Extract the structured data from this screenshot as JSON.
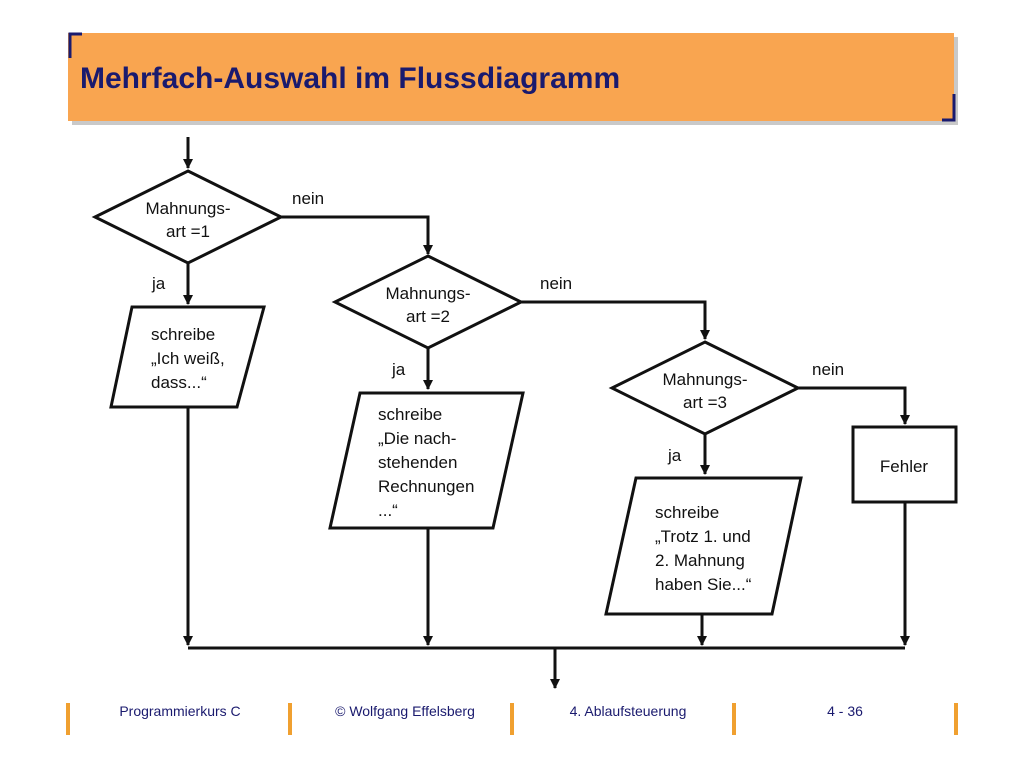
{
  "slide": {
    "title": "Mehrfach-Auswahl im Flussdiagramm",
    "colors": {
      "header_fill": "#f9a550",
      "header_shadow": "#c9c9c9",
      "title": "#1a1a6e",
      "bracket": "#1a1a6e",
      "footer_bar": "#f0a030",
      "line": "#111111"
    }
  },
  "diagram": {
    "decisions": [
      {
        "lines": [
          "Mahnungs-",
          "art =1"
        ],
        "yes": "ja",
        "no": "nein"
      },
      {
        "lines": [
          "Mahnungs-",
          "art =2"
        ],
        "yes": "ja",
        "no": "nein"
      },
      {
        "lines": [
          "Mahnungs-",
          "art =3"
        ],
        "yes": "ja",
        "no": "nein"
      }
    ],
    "outputs": [
      {
        "lines": [
          "schreibe",
          "„Ich weiß,",
          "dass...“"
        ]
      },
      {
        "lines": [
          "schreibe",
          "„Die nach-",
          "stehenden",
          "Rechnungen",
          "...“"
        ]
      },
      {
        "lines": [
          "schreibe",
          "„Trotz 1. und",
          "2. Mahnung",
          "haben Sie...“"
        ]
      }
    ],
    "error_box": {
      "label": "Fehler"
    }
  },
  "footer": {
    "course": "Programmierkurs C",
    "author": "© Wolfgang Effelsberg",
    "chapter": "4. Ablaufsteuerung",
    "page": "4 - 36"
  }
}
